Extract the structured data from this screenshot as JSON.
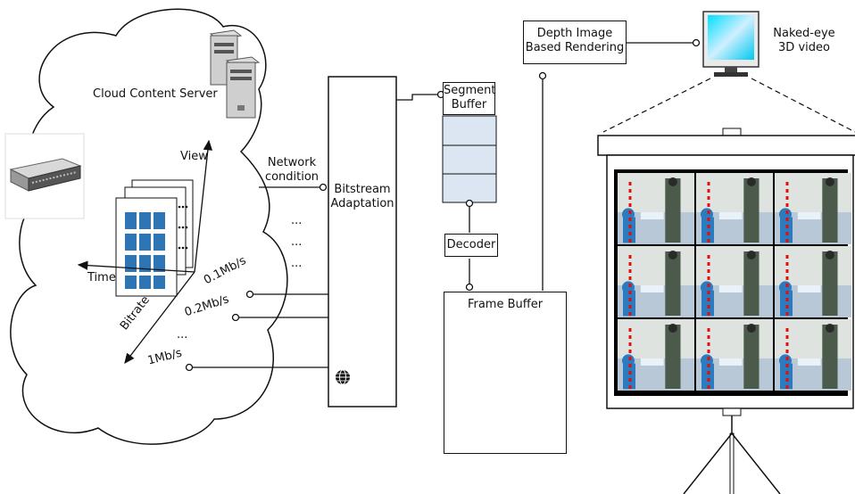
{
  "cloud": {
    "title": "Cloud Content Server"
  },
  "axes": {
    "view": "View",
    "time": "Time",
    "bitrate": "Bitrate"
  },
  "network": {
    "condition_line1": "Network",
    "condition_line2": "condition",
    "dots": "..."
  },
  "bitrates": [
    "0.1Mb/s",
    "0.2Mb/s",
    "...",
    "1Mb/s"
  ],
  "adaptation": {
    "line1": "Bitstream",
    "line2": "Adaptation"
  },
  "segment_buffer": {
    "line1": "Segment",
    "line2": "Buffer"
  },
  "decoder": "Decoder",
  "frame_buffer": "Frame Buffer",
  "dibr": {
    "line1": "Depth Image",
    "line2": "Based Rendering"
  },
  "display": {
    "line1": "Naked-eye",
    "line2": "3D video"
  },
  "colors": {
    "tile_blue": "#2e75b6",
    "segment_fill": "#dce6f2",
    "screen_cyan": "#00d8f0"
  }
}
